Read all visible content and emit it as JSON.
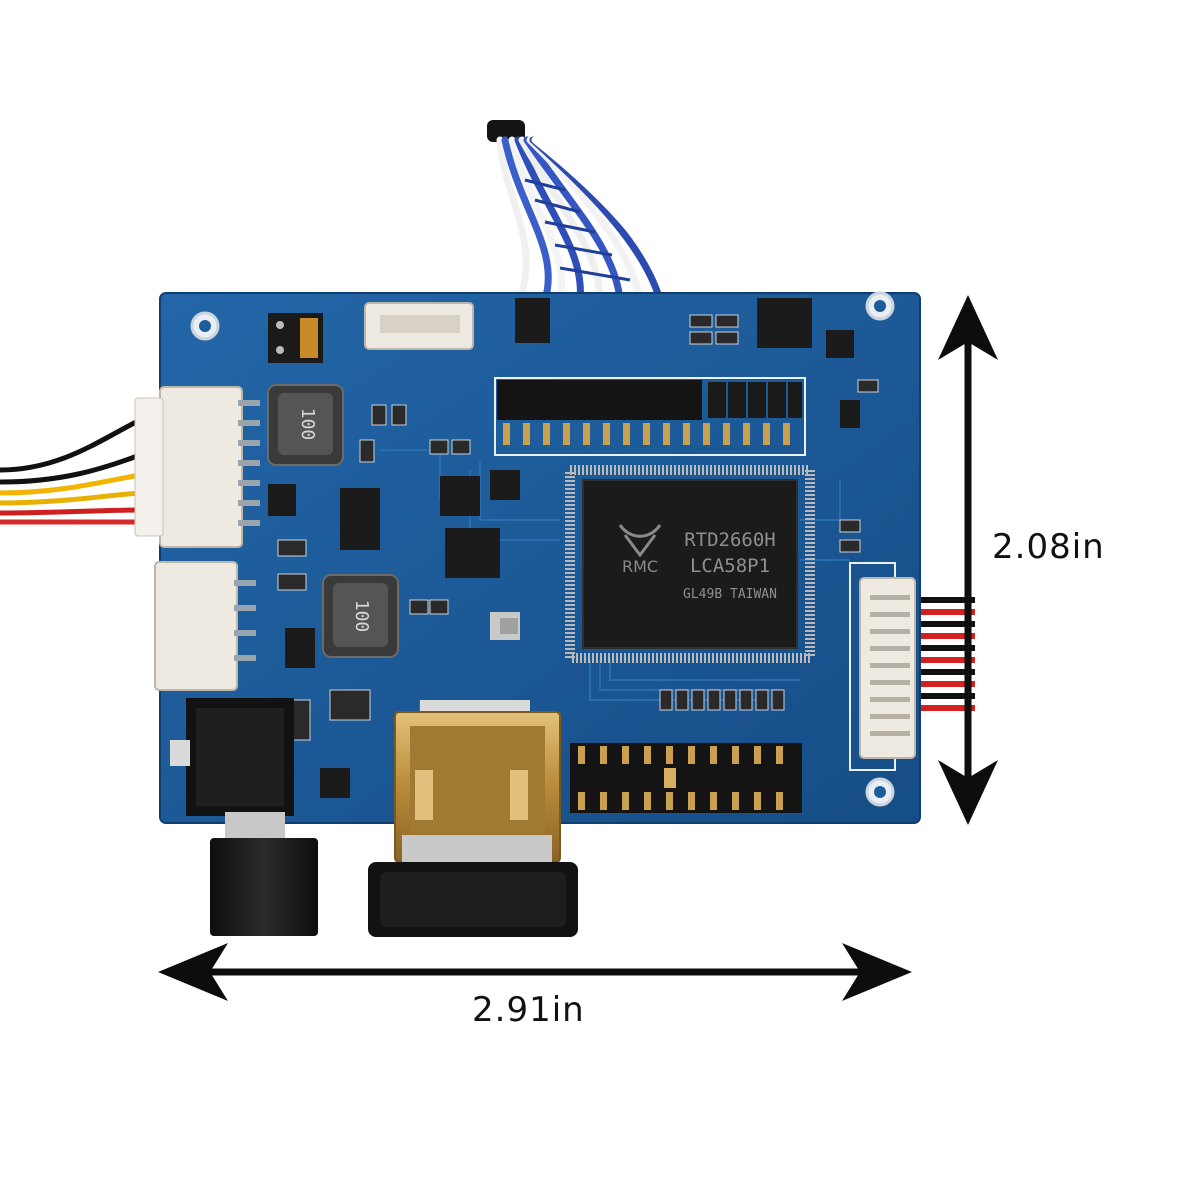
{
  "photo": {
    "subject": "LCD controller board with HDMI input, LVDS cable and power connectors",
    "colors": {
      "background": "#ffffff",
      "pcb": "#1d5d9c",
      "silkscreen": "#e8f0f8",
      "arrow": "#0d0d0d",
      "chip": "#1a1a1a",
      "connector_white": "#eee9e1",
      "connector_gold": "#c8a050"
    }
  },
  "chip": {
    "line1": "RTD2660H",
    "line2": "LCA58P1",
    "line3": "GL49B TAIWAN",
    "logo": "RMC"
  },
  "inductors": {
    "top": "100",
    "bottom": "100"
  },
  "dimensions": {
    "height": "2.08in",
    "width": "2.91in"
  }
}
